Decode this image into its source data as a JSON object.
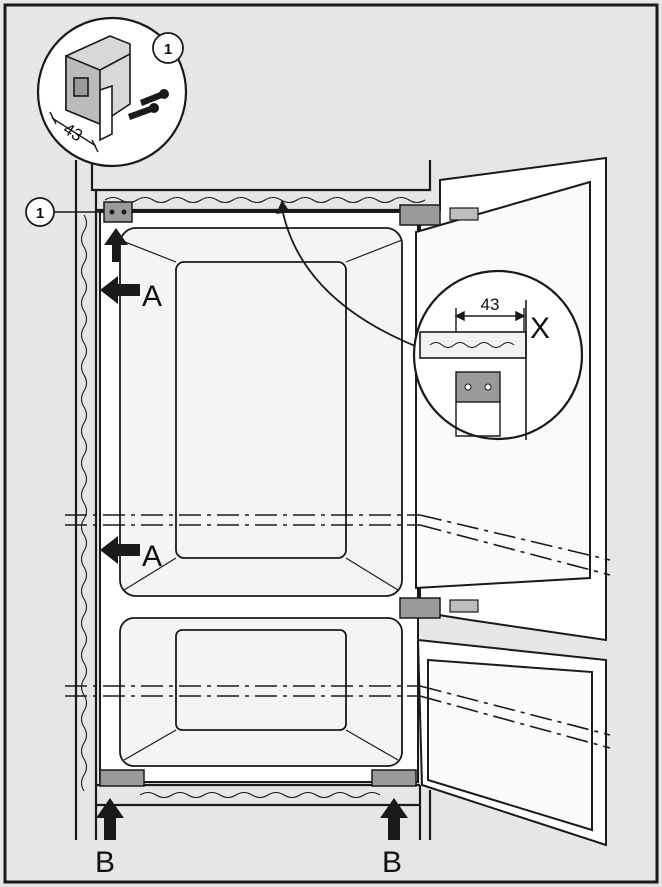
{
  "figure": {
    "callout_number": "1",
    "callout_number_side": "1",
    "inset_dimension": "43",
    "zoom_dimension": "43",
    "zoom_marker": "X",
    "arrow_a_upper": "A",
    "arrow_a_lower": "A",
    "arrow_b_left": "B",
    "arrow_b_right": "B"
  },
  "colors": {
    "background": "#e6e6e6",
    "line": "#1a1a1a",
    "panel": "#ffffff",
    "accent_gray": "#9a9a9a"
  }
}
